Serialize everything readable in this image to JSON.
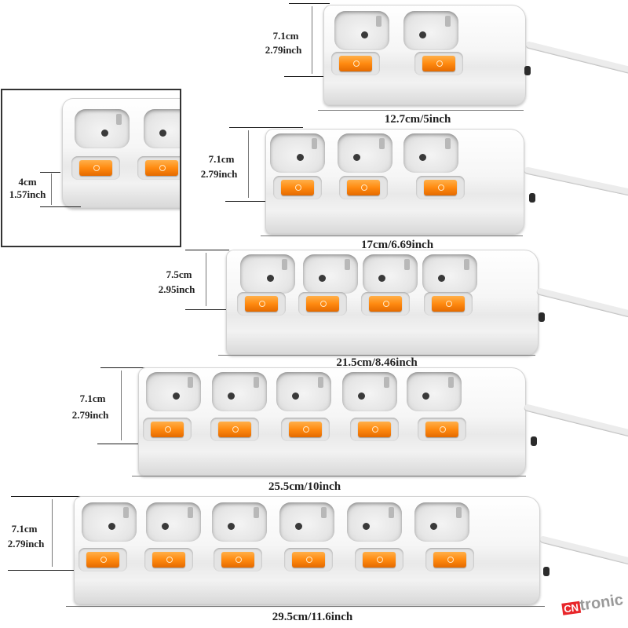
{
  "inset": {
    "height_cm": "4cm",
    "height_inch": "1.57inch"
  },
  "products": [
    {
      "outlets": 2,
      "height_cm": "7.1cm",
      "height_inch": "2.79inch",
      "length": "12.7cm/5inch"
    },
    {
      "outlets": 3,
      "height_cm": "7.1cm",
      "height_inch": "2.79inch",
      "length": "17cm/6.69inch"
    },
    {
      "outlets": 4,
      "height_cm": "7.5cm",
      "height_inch": "2.95inch",
      "length": "21.5cm/8.46inch"
    },
    {
      "outlets": 5,
      "height_cm": "7.1cm",
      "height_inch": "2.79inch",
      "length": "25.5cm/10inch"
    },
    {
      "outlets": 6,
      "height_cm": "7.1cm",
      "height_inch": "2.79inch",
      "length": "29.5cm/11.6inch"
    }
  ],
  "watermark": {
    "brand_prefix": "CN",
    "brand_suffix": "tronic",
    "prefix_color": "#e8262a",
    "suffix_color": "#9a9a9a"
  },
  "colors": {
    "switch_orange": "#ff8a10",
    "body_white": "#f6f6f6"
  }
}
